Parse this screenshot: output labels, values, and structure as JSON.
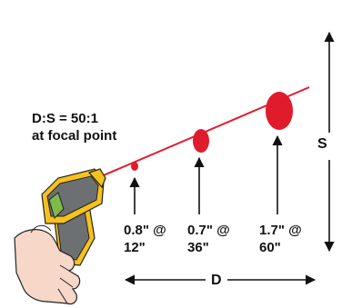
{
  "diagram": {
    "ratio_label": "D:S = 50:1",
    "focal_label": "at focal point",
    "measurements": [
      {
        "line1": "0.8\" @",
        "line2": "12\""
      },
      {
        "line1": "0.7\" @",
        "line2": "36\""
      },
      {
        "line1": "1.7\" @",
        "line2": "60\""
      }
    ],
    "spot_size_axis_label": "S",
    "distance_axis_label": "D",
    "colors": {
      "beam": "#e01b2c",
      "spot": "#e01b2c",
      "thermometer_body": "#f6c21c",
      "thermometer_grip": "#6d7073",
      "thermometer_screen": "#7fb94a",
      "hand": "#f7d7c7",
      "arrows": "#111111"
    }
  }
}
